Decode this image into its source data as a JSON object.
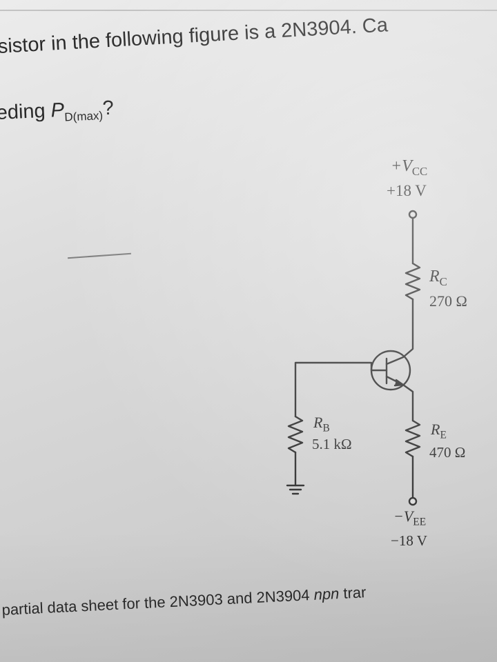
{
  "question": {
    "line1": "sistor in the following figure is a 2N3904. Ca",
    "line2_prefix": "eding ",
    "line2_symbol": "P",
    "line2_subscript": "D(max)",
    "line2_suffix": "?"
  },
  "circuit": {
    "vcc_symbol": "+V",
    "vcc_subscript": "CC",
    "vcc_value": "+18 V",
    "rc_symbol": "R",
    "rc_subscript": "C",
    "rc_value": "270 Ω",
    "rb_symbol": "R",
    "rb_subscript": "B",
    "rb_value": "5.1 kΩ",
    "re_symbol": "R",
    "re_subscript": "E",
    "re_value": "470 Ω",
    "vee_symbol": "−V",
    "vee_subscript": "EE",
    "vee_value": "−18 V"
  },
  "footer": {
    "text": "partial data sheet for the 2N3903 and 2N3904 ",
    "italic": "npn",
    "tail": " trar"
  },
  "colors": {
    "ink": "#2a2a2a",
    "paper": "#dcdcdc"
  }
}
